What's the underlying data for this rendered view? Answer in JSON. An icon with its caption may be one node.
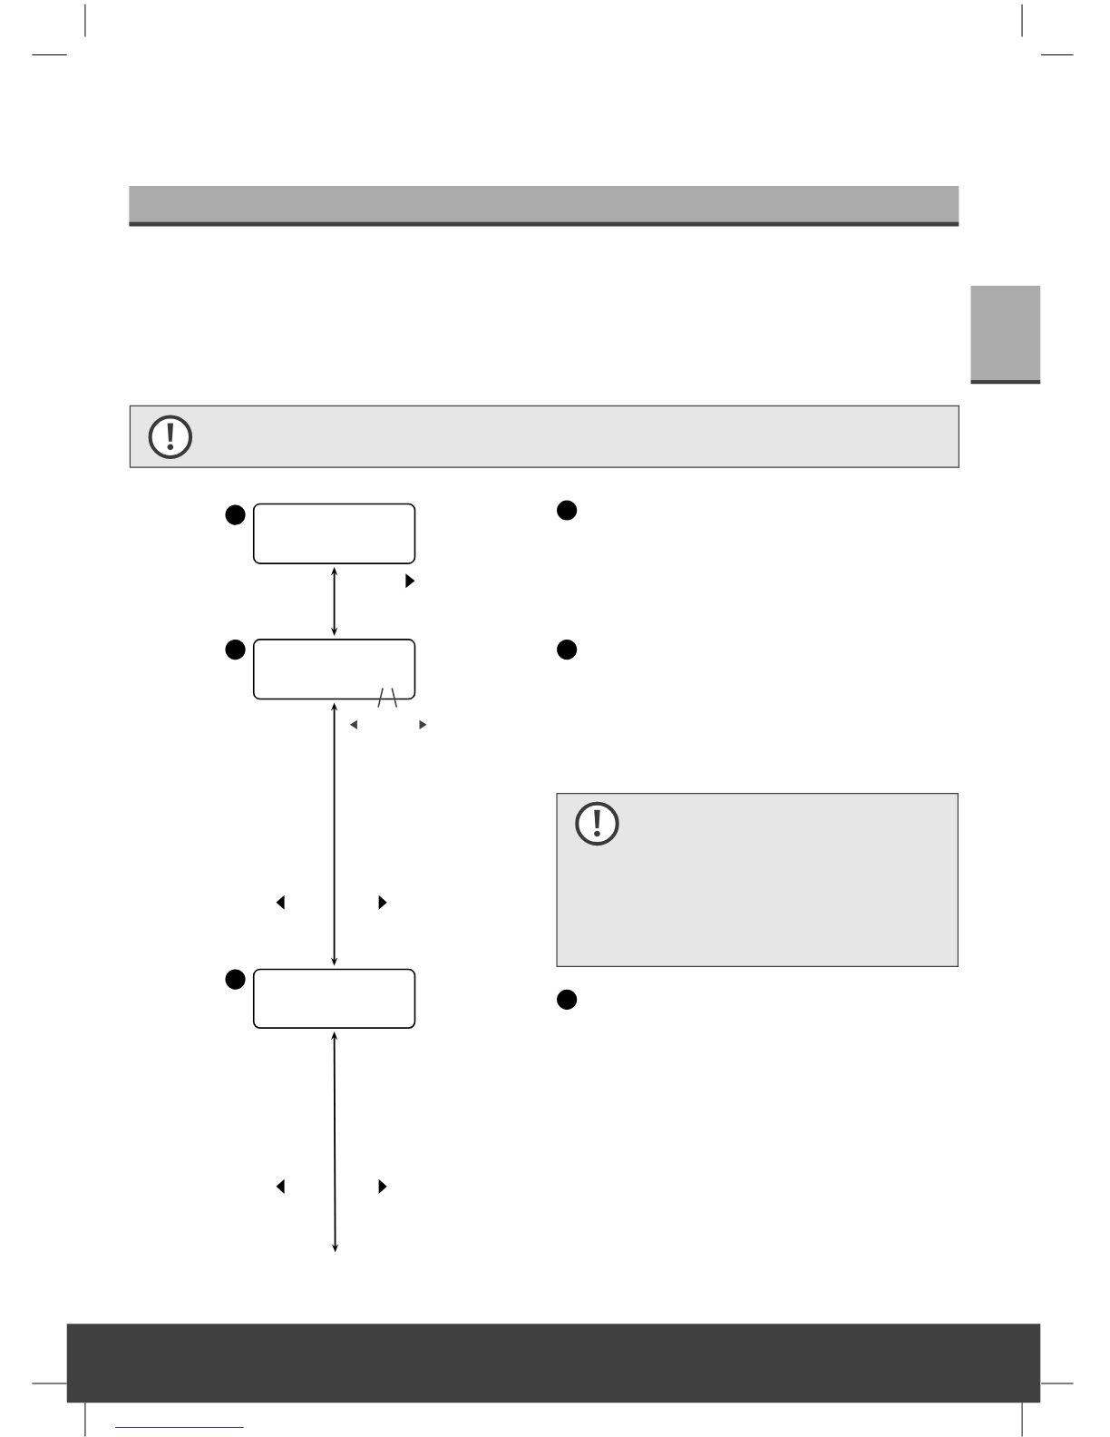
{
  "diagram": {
    "nodes": [
      {
        "text": [],
        "shape": "box"
      },
      {
        "text": [],
        "shape": "box"
      },
      {
        "text": [],
        "shape": "box"
      }
    ],
    "edges": [
      {
        "from": 0,
        "to": 1,
        "arrow": "both"
      },
      {
        "from": 1,
        "to": 2,
        "arrow": "both"
      },
      {
        "from": 2,
        "to": null,
        "arrow": "both"
      }
    ]
  }
}
